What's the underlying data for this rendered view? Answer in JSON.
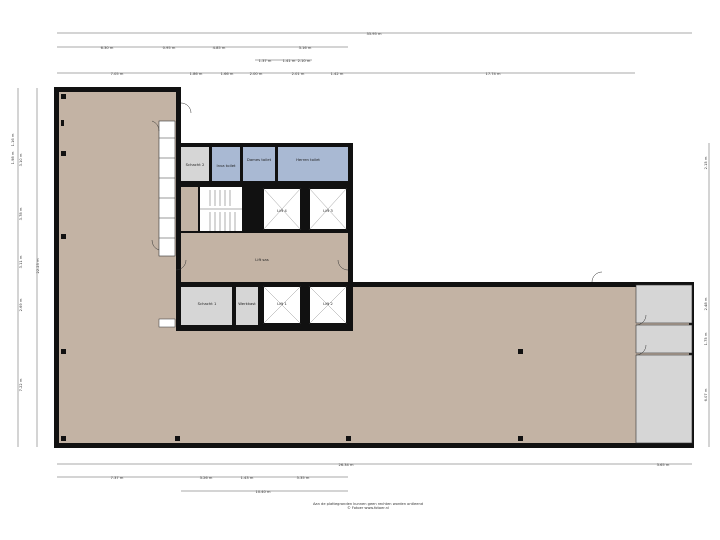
{
  "dimensions": {
    "top_overall": "35.95 m",
    "top_row1": [
      "6.30 m",
      "0.95 m",
      "4.85 m",
      "3.16 m"
    ],
    "top_row2": [
      "1.37 m",
      "1.41 m",
      "2.10 m"
    ],
    "top_row3": [
      "7.05 m",
      "1.86 m",
      "1.66 m",
      "2.00 m",
      "2.01 m",
      "1.42 m",
      "17.74 m"
    ],
    "left": [
      "1.98 m",
      "1.16 m",
      "3.10 m",
      "3.78 m",
      "3.11 m",
      "2.69 m",
      "7.22 m"
    ],
    "left_overall": "22.23 m",
    "right": [
      "2.15 m",
      "2.48 m",
      "1.75 m",
      "6.07 m"
    ],
    "bottom_row1": [
      "26.34 m",
      "3.65 m"
    ],
    "bottom_row2": [
      "7.37 m",
      "3.26 m",
      "1.43 m",
      "5.35 m"
    ],
    "bottom_row3": "10.40 m"
  },
  "rooms": {
    "schacht2": "Schacht 2",
    "invatoilet": "Inva toilet",
    "damestoilet": "Dames toilet",
    "herentoilet": "Herren toilet",
    "lift4": "Lift 4",
    "lift3": "Lift 3",
    "liftsas": "Lift sas",
    "schacht1": "Schacht 1",
    "werkkast": "Werkkast",
    "lift1": "Lift 1",
    "lift2": "Lift 2"
  },
  "footer": {
    "line1": "Aan de plattegronden kunnen geen rechten worden ontleend",
    "line2": "© Fotoer www.fotoer.nl"
  },
  "colors": {
    "floor": "#c3b3a4",
    "wet": "#a9b9d3",
    "shaft": "#d6d6d6",
    "wall": "#111111"
  }
}
